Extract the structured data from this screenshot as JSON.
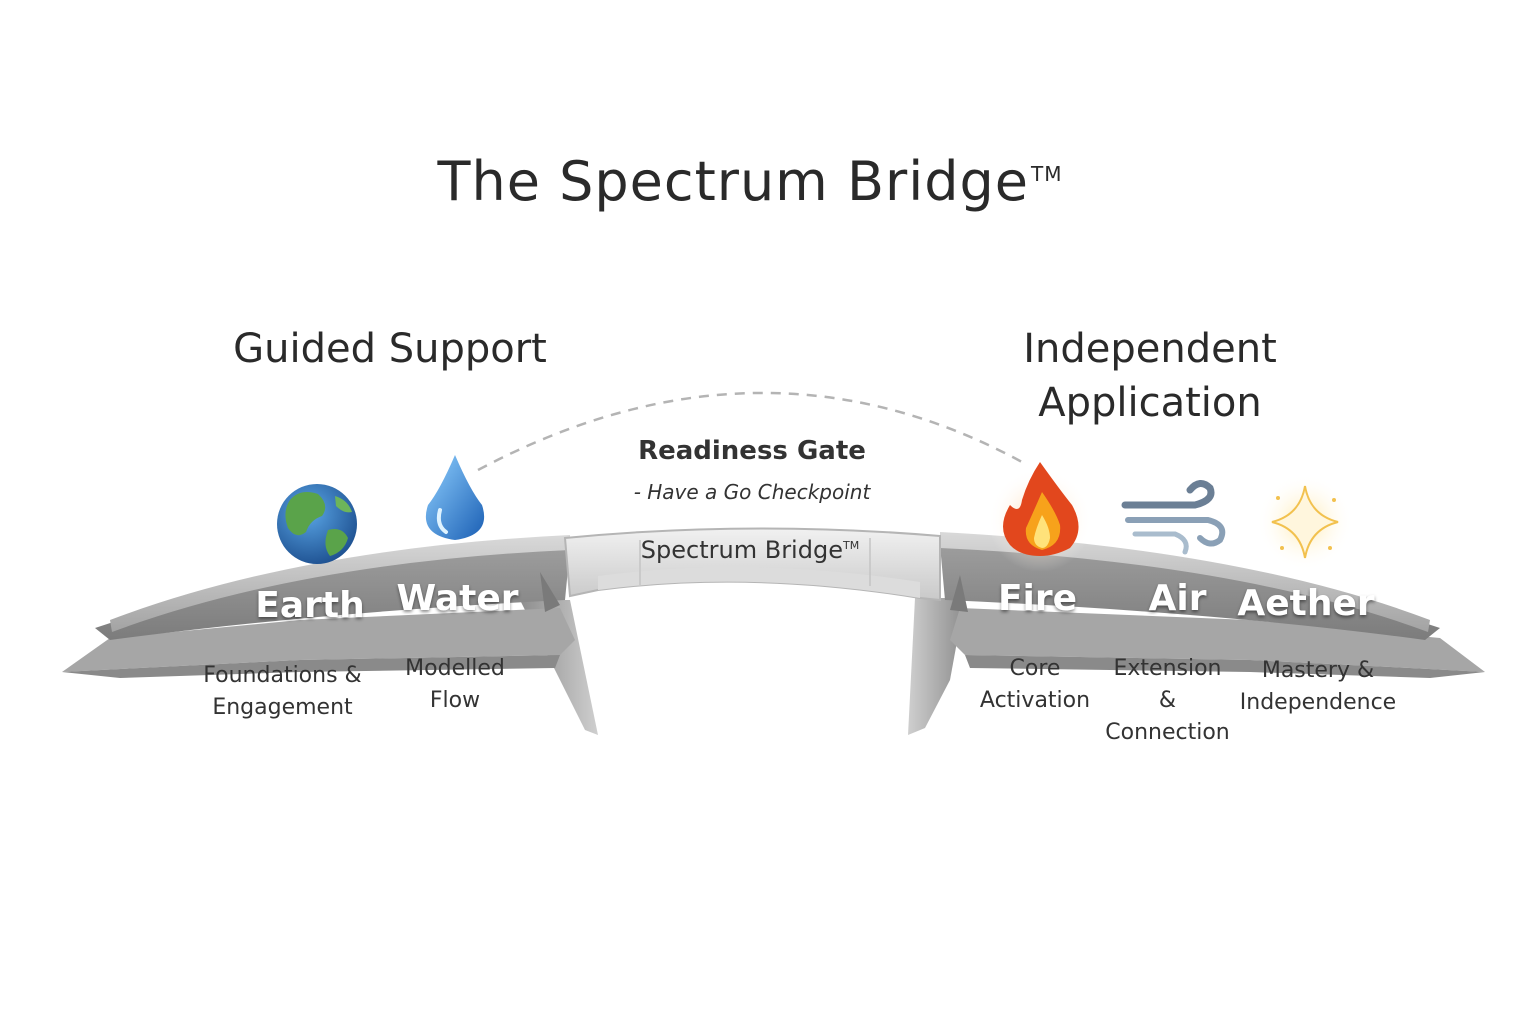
{
  "title": {
    "text": "The Spectrum Bridge",
    "mark": "TM"
  },
  "sections": {
    "left": "Guided Support",
    "right_line1": "Independent",
    "right_line2": "Application"
  },
  "gate": {
    "title": "Readiness Gate",
    "subtitle": "- Have a Go Checkpoint"
  },
  "bridge": {
    "label": "Spectrum Bridge",
    "mark": "TM"
  },
  "elements": [
    {
      "name": "Earth",
      "icon": "globe-icon",
      "desc1": "Foundations &",
      "desc2": "Engagement"
    },
    {
      "name": "Water",
      "icon": "droplet-icon",
      "desc1": "Modelled",
      "desc2": "Flow"
    },
    {
      "name": "Fire",
      "icon": "flame-icon",
      "desc1": "Core",
      "desc2": "Activation"
    },
    {
      "name": "Air",
      "icon": "wind-icon",
      "desc1": "Extension",
      "desc2": "&",
      "desc3": "Connection"
    },
    {
      "name": "Aether",
      "icon": "sparkle-icon",
      "desc1": "Mastery &",
      "desc2": "Independence"
    }
  ],
  "colors": {
    "stone": "#9a9a9a",
    "stone_dark": "#6f6f6f",
    "stone_light": "#cfcfcf",
    "water": "#2f7fd4",
    "fire": "#e2471d",
    "air": "#6b7f95",
    "aether": "#f2c14e"
  }
}
